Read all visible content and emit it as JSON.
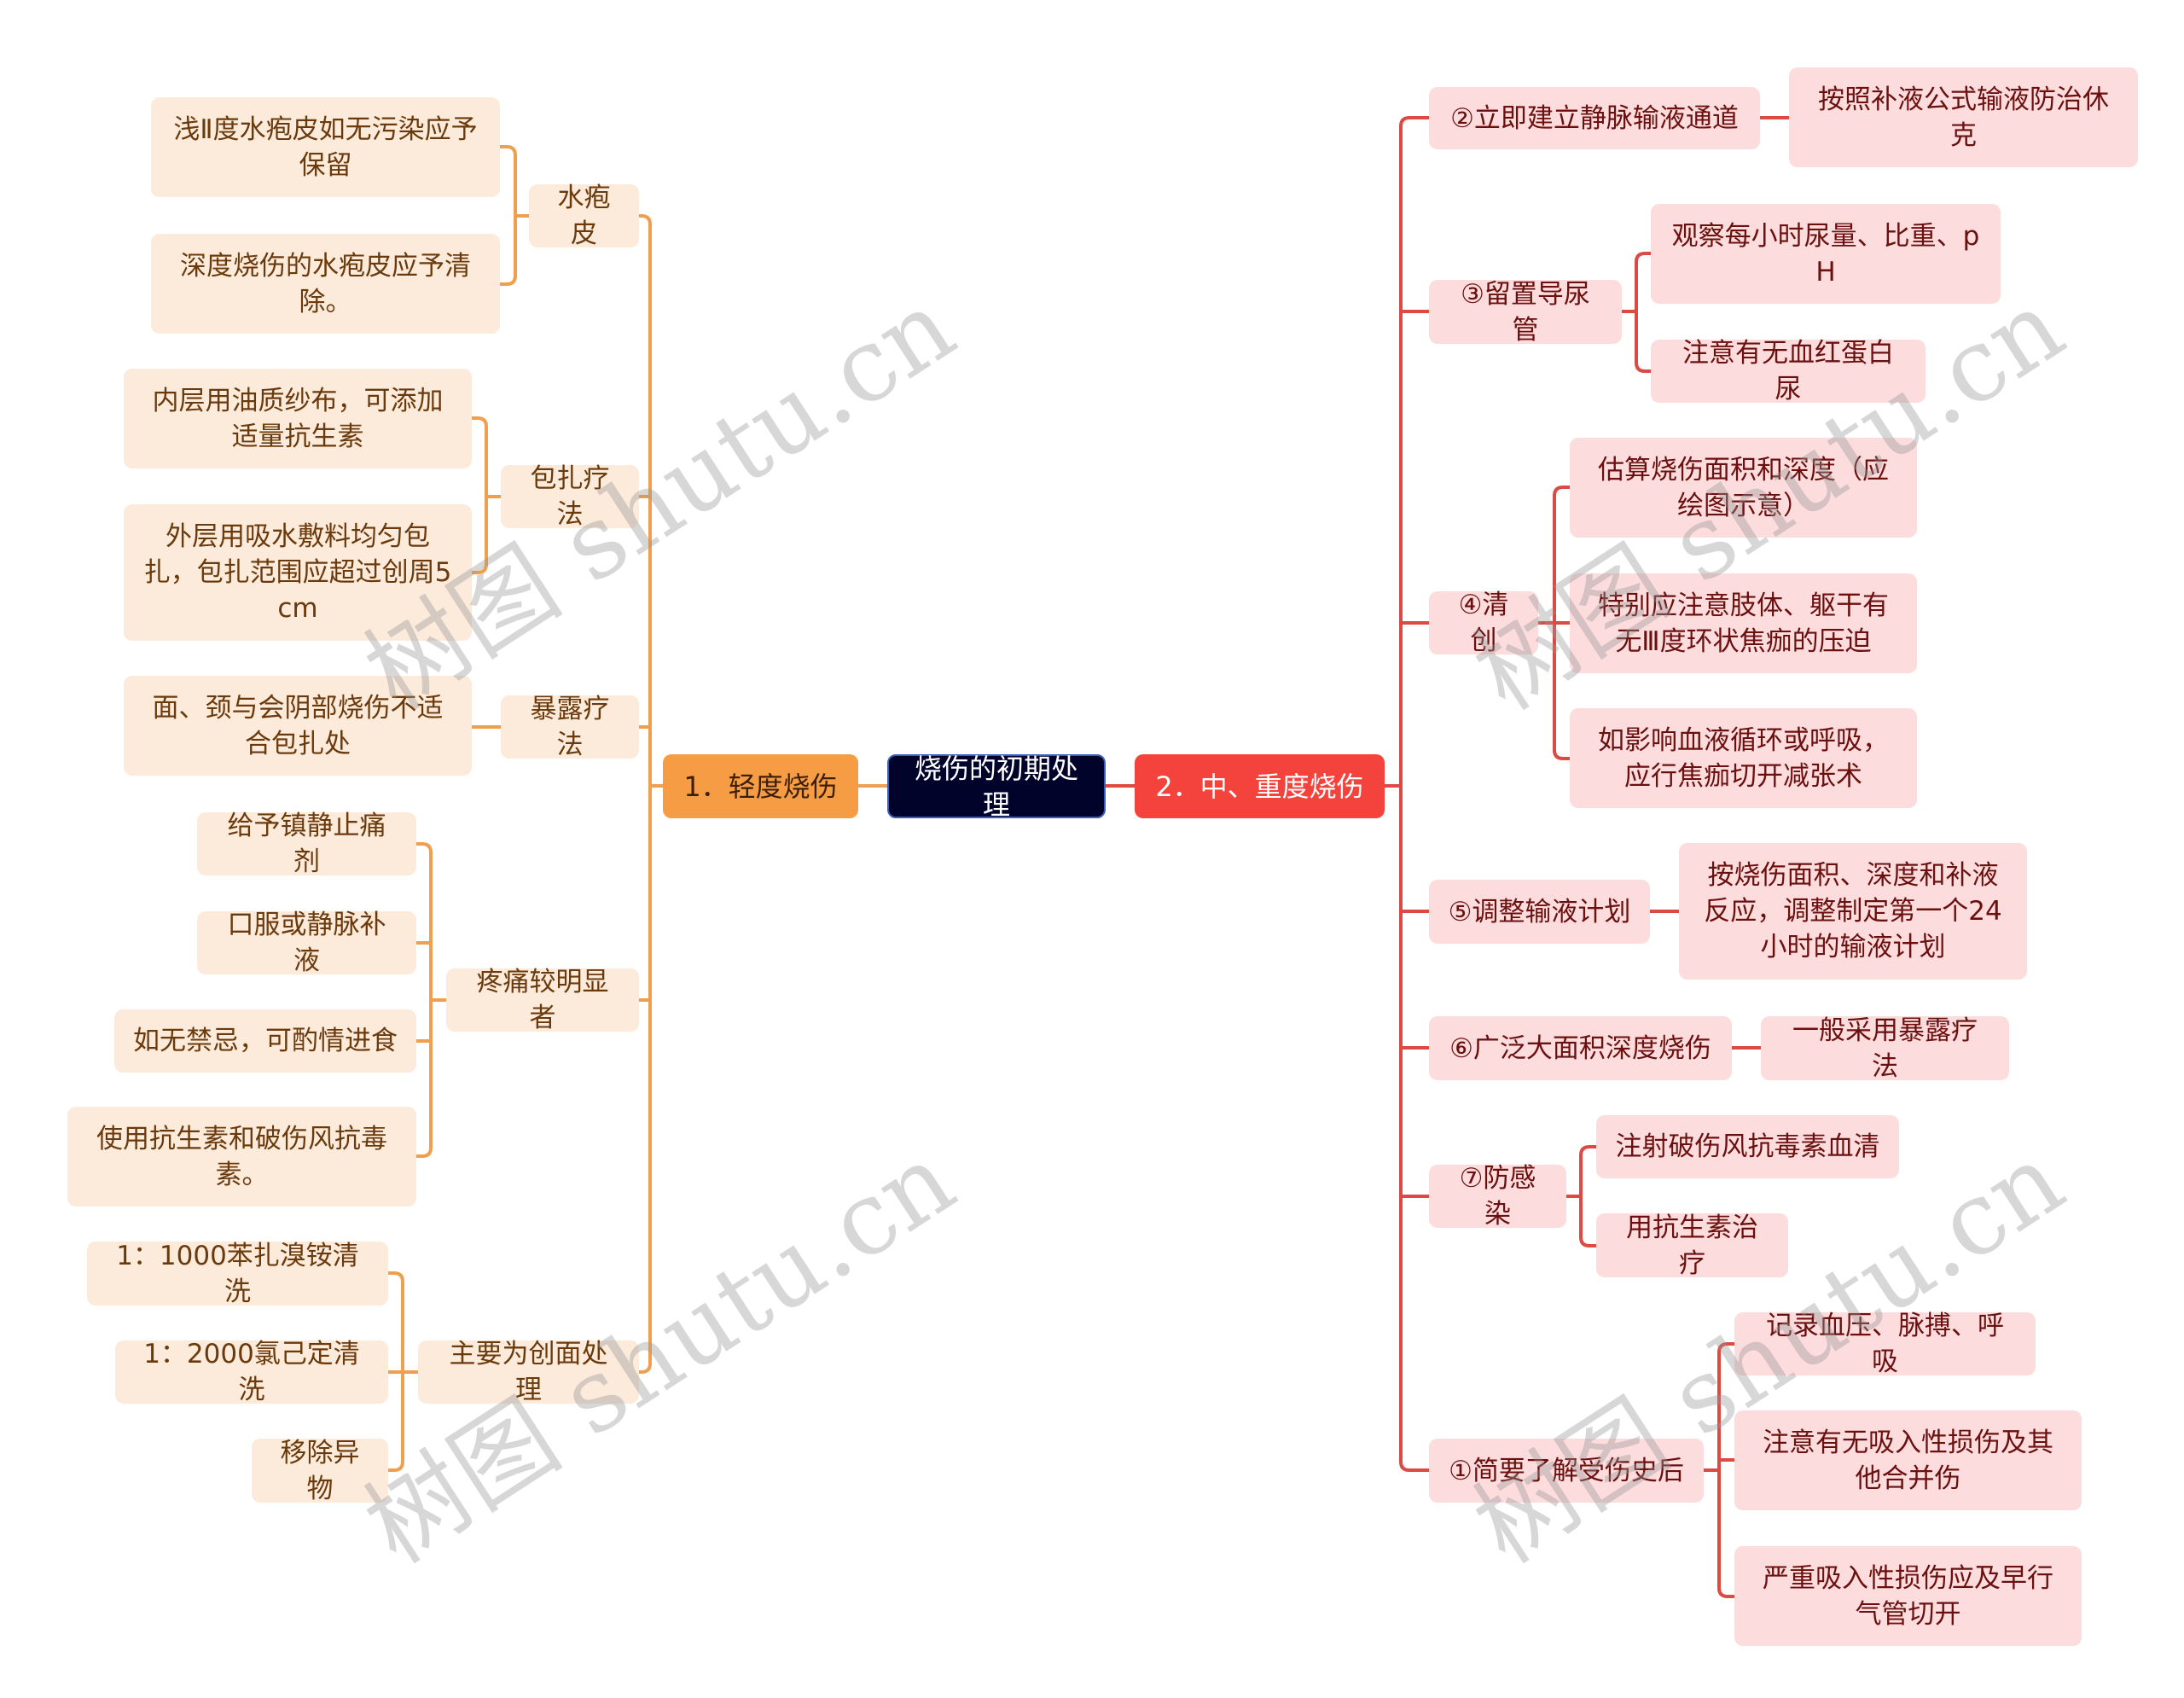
{
  "title": "烧伤的初期处理",
  "colors": {
    "root_bg": "#02032a",
    "left_branch_bg": "#f59c45",
    "right_branch_bg": "#f3433c",
    "left_leaf_bg": "#fcebdb",
    "right_leaf_bg": "#fcdcdc",
    "left_line": "#eea04e",
    "right_line": "#dd4a44"
  },
  "root": {
    "label": "烧伤的初期处理"
  },
  "left": {
    "label": "1．轻度烧伤",
    "children": [
      {
        "label": "水疱皮",
        "children": [
          "浅Ⅱ度水疱皮如无污染应予保留",
          "深度烧伤的水疱皮应予清除。"
        ]
      },
      {
        "label": "包扎疗法",
        "children": [
          "内层用油质纱布，可添加适量抗生素",
          "外层用吸水敷料均匀包扎，包扎范围应超过创周5cm"
        ]
      },
      {
        "label": "暴露疗法",
        "children": [
          "面、颈与会阴部烧伤不适合包扎处"
        ]
      },
      {
        "label": "疼痛较明显者",
        "children": [
          "给予镇静止痛剂",
          "口服或静脉补液",
          "如无禁忌，可酌情进食",
          "使用抗生素和破伤风抗毒素。"
        ]
      },
      {
        "label": "主要为创面处理",
        "children": [
          "1：1000苯扎溴铵清洗",
          "1：2000氯己定清洗",
          "移除异物"
        ]
      }
    ]
  },
  "right": {
    "label": "2．中、重度烧伤",
    "children": [
      {
        "label": "②立即建立静脉输液通道",
        "children": [
          "按照补液公式输液防治休克"
        ]
      },
      {
        "label": "③留置导尿管",
        "children": [
          "观察每小时尿量、比重、pH",
          "注意有无血红蛋白尿"
        ]
      },
      {
        "label": "④清创",
        "children": [
          "估算烧伤面积和深度（应绘图示意）",
          "特别应注意肢体、躯干有无Ⅲ度环状焦痂的压迫",
          "如影响血液循环或呼吸，应行焦痂切开减张术"
        ]
      },
      {
        "label": "⑤调整输液计划",
        "children": [
          "按烧伤面积、深度和补液反应，调整制定第一个24小时的输液计划"
        ]
      },
      {
        "label": "⑥广泛大面积深度烧伤",
        "children": [
          "一般采用暴露疗法"
        ]
      },
      {
        "label": "⑦防感染",
        "children": [
          "注射破伤风抗毒素血清",
          "用抗生素治疗"
        ]
      },
      {
        "label": "①简要了解受伤史后",
        "children": [
          "记录血压、脉搏、呼吸",
          "注意有无吸入性损伤及其他合并伤",
          "严重吸入性损伤应及早行气管切开"
        ]
      }
    ]
  },
  "watermark": {
    "text": "树图 shutu.cn"
  }
}
